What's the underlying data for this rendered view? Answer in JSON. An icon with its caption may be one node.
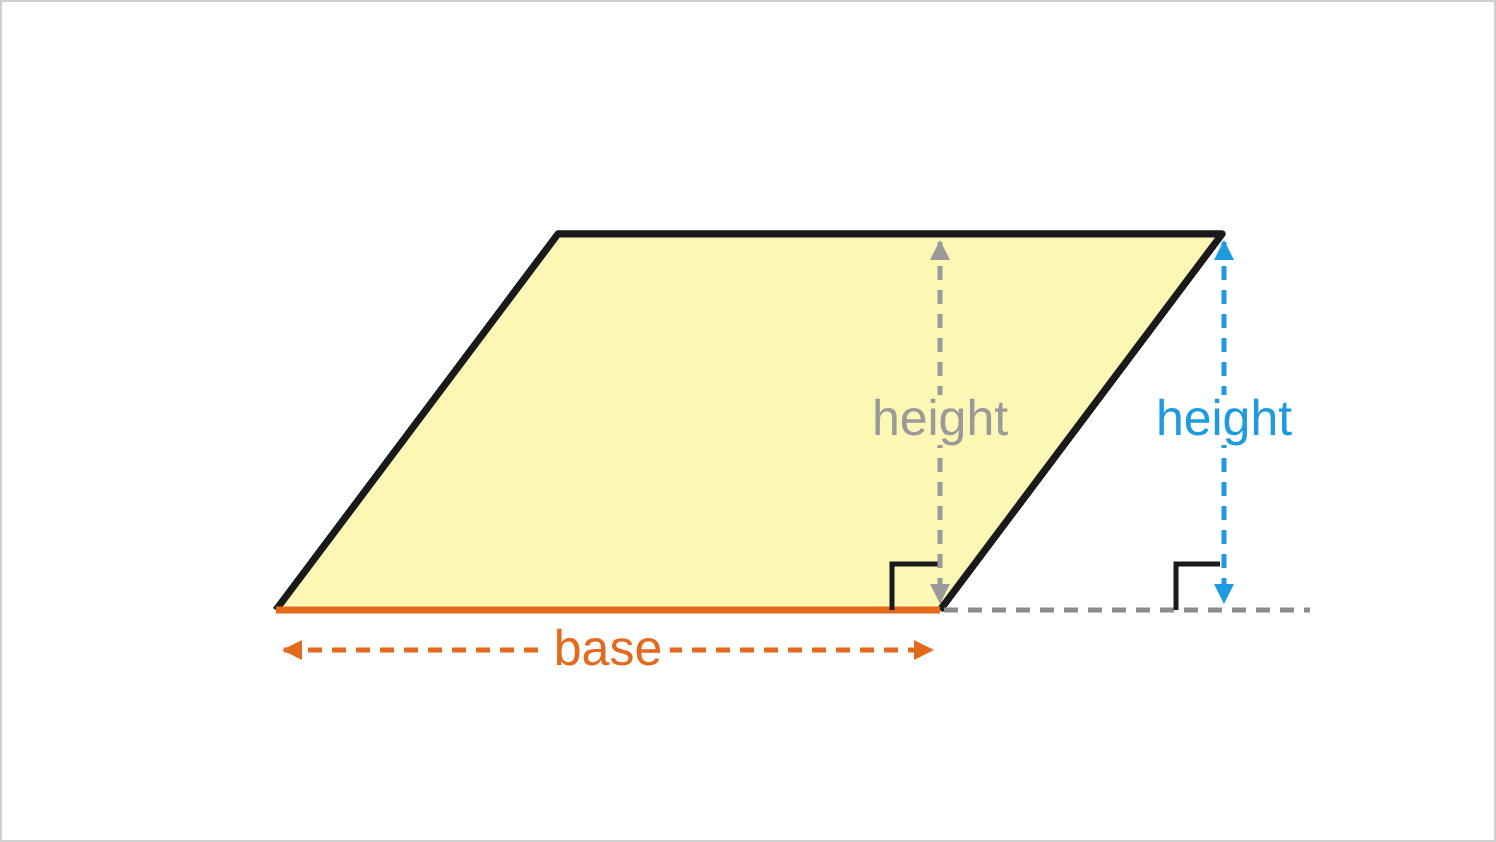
{
  "diagram": {
    "labels": [
      "height",
      "height",
      "base"
    ]
  }
}
